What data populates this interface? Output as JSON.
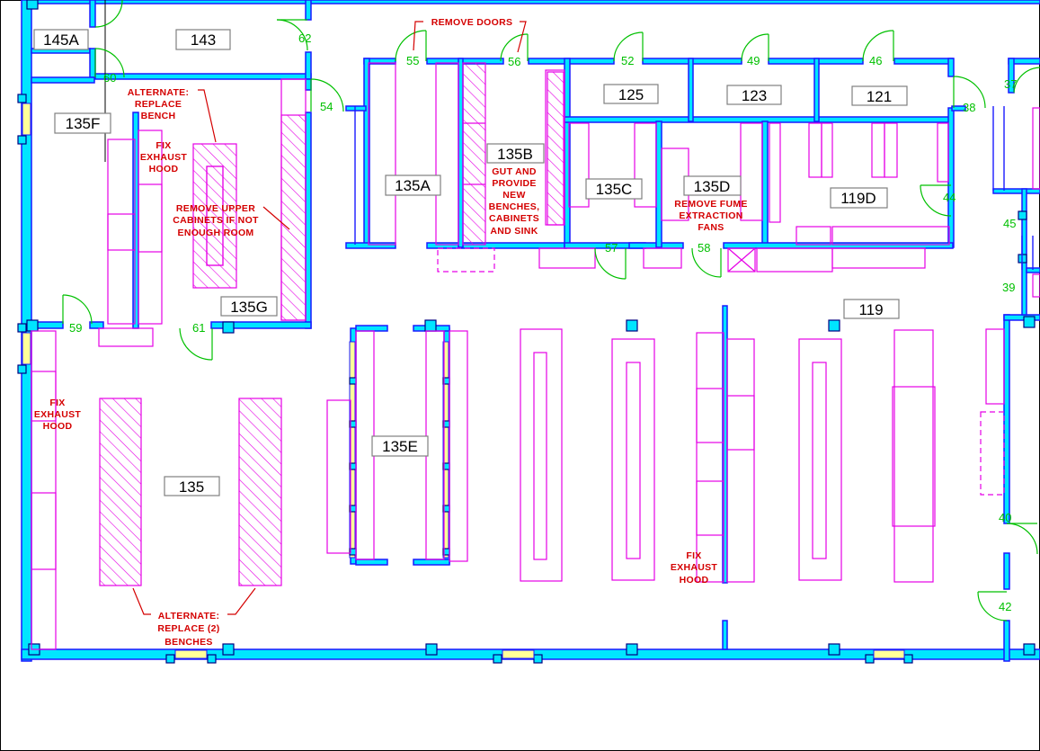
{
  "rooms": {
    "r145a": "145A",
    "r143": "143",
    "r135f": "135F",
    "r135a": "135A",
    "r135b": "135B",
    "r125": "125",
    "r123": "123",
    "r121": "121",
    "r135c": "135C",
    "r135d": "135D",
    "r119d": "119D",
    "r135g": "135G",
    "r119": "119",
    "r135e": "135E",
    "r135": "135"
  },
  "doors": [
    "62",
    "60",
    "55",
    "56",
    "52",
    "49",
    "46",
    "37",
    "54",
    "38",
    "44",
    "45",
    "57",
    "58",
    "39",
    "59",
    "61",
    "40",
    "42"
  ],
  "notes": {
    "remove_doors": "REMOVE DOORS",
    "alt_bench": [
      "ALTERNATE:",
      "REPLACE",
      "BENCH"
    ],
    "fix_hood_1": [
      "FIX",
      "EXHAUST",
      "HOOD"
    ],
    "remove_cabinets": [
      "REMOVE UPPER",
      "CABINETS IF NOT",
      "ENOUGH ROOM"
    ],
    "gut": [
      "GUT AND",
      "PROVIDE",
      "NEW",
      "BENCHES,",
      "CABINETS",
      "AND SINK"
    ],
    "remove_fume": [
      "REMOVE FUME",
      "EXTRACTION",
      "FANS"
    ],
    "fix_hood_2": [
      "FIX",
      "EXHAUST",
      "HOOD"
    ],
    "fix_hood_3": [
      "FIX",
      "EXHAUST",
      "HOOD"
    ],
    "alt_benches": [
      "ALTERNATE:",
      "REPLACE (2)",
      "BENCHES"
    ]
  },
  "colors": {
    "wall_fill": "#00e5ff",
    "wall_outline": "#1a1aff",
    "furniture": "#e600e6",
    "door": "#00c000",
    "note": "#d40000",
    "window": "#ffff99"
  }
}
